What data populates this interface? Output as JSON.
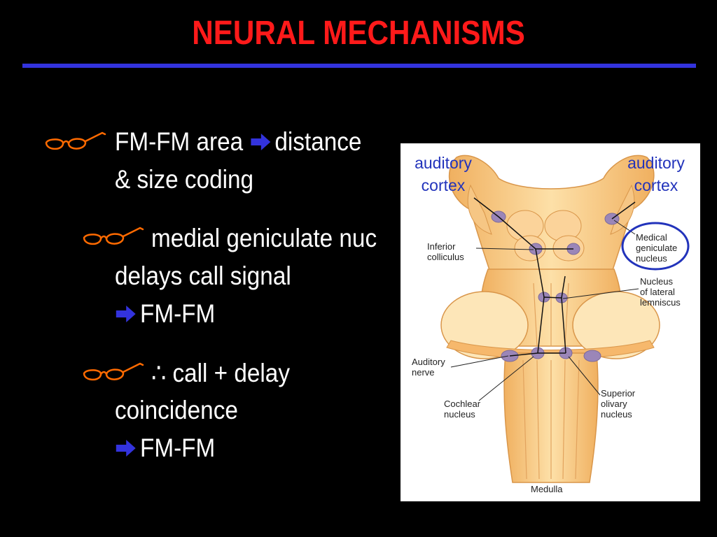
{
  "title": "NEURAL MECHANISMS",
  "bullets": [
    {
      "lines": [
        "FM-FM area",
        "distance",
        "& size coding"
      ]
    },
    {
      "lines": [
        "medial geniculate nuc",
        "delays call signal",
        "FM-FM"
      ]
    },
    {
      "lines": [
        "∴  call + delay",
        "coincidence",
        "FM-FM"
      ]
    }
  ],
  "figure": {
    "cortex_left": [
      "auditory",
      "cortex"
    ],
    "cortex_right": [
      "auditory",
      "cortex"
    ],
    "labels": {
      "inferior_colliculus": [
        "Inferior",
        "colliculus"
      ],
      "medial_geniculate": [
        "Medical",
        "geniculate",
        "nucleus"
      ],
      "lateral_lemniscus": [
        "Nucleus",
        "of lateral",
        "lemniscus"
      ],
      "auditory_nerve": [
        "Auditory",
        "nerve"
      ],
      "cochlear_nucleus": [
        "Cochlear",
        "nucleus"
      ],
      "superior_olivary": [
        "Superior",
        "olivary",
        "nucleus"
      ],
      "medulla": "Medulla"
    }
  },
  "colors": {
    "title": "#ff1a1a",
    "rule": "#3333dd",
    "bullet": "#ff6a00",
    "arrow": "#3333dd",
    "highlight": "#2233bb"
  }
}
